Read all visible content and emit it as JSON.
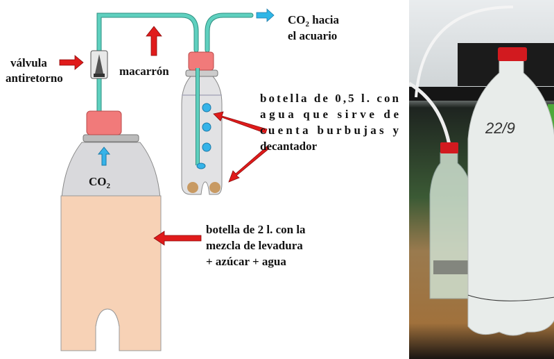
{
  "labels": {
    "valve_line1": "válvula",
    "valve_line2": "antiretorno",
    "macarron": "macarrón",
    "co2_out_line1_prefix": "CO",
    "co2_out_line1_sub": "2",
    "co2_out_line1_suffix": " hacia",
    "co2_out_line2": "el  acuario",
    "small_bottle": [
      "botella de 0,5 l. con",
      "agua que sirve de",
      "cuenta burbujas y",
      "decantador"
    ],
    "co2_inside_prefix": "CO",
    "co2_inside_sub": "2",
    "big_bottle": [
      "botella de 2 l. con la",
      "mezcla de levadura",
      "+ azúcar + agua"
    ]
  },
  "photo": {
    "handwriting": "22/9"
  },
  "colors": {
    "tube": "#5fd0bf",
    "cap": "#f17a7a",
    "bottle": "#d9d9dc",
    "mixture": "#f7d2b6",
    "arrow_red": "#e01b1b",
    "arrow_cyan": "#2fb6e6",
    "bubble": "#36b3e8"
  }
}
